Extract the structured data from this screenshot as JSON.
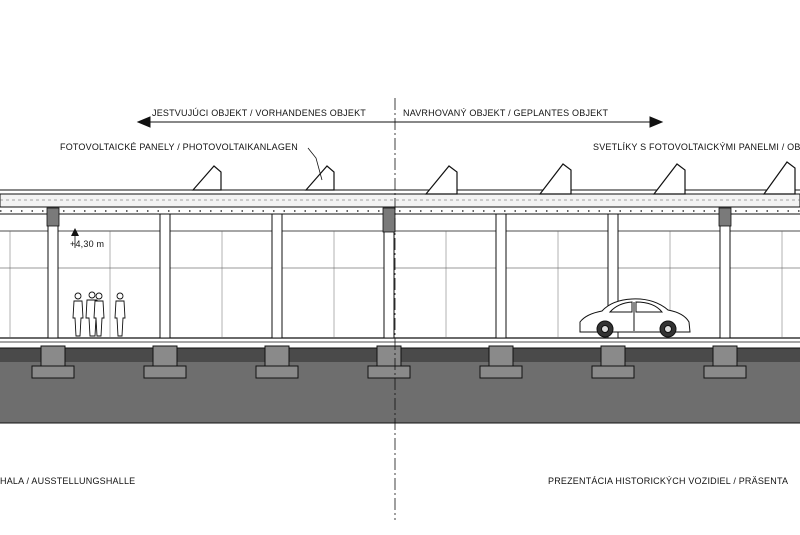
{
  "labels": {
    "existing_building": "JESTVUJÚCI OBJEKT / VORHANDENES OBJEKT",
    "proposed_building": "NAVRHOVANÝ OBJEKT / GEPLANTES OBJEKT",
    "photovoltaic_panels": "FOTOVOLTAICKÉ PANELY / PHOTOVOLTAIKANLAGEN",
    "skylights_pv": "SVETLÍKY S FOTOVOLTAICKÝMI PANELMI / OB",
    "height_mark": "+4,30 m",
    "exhibition_hall": "HALA / AUSSTELLUNGSHALLE",
    "historic_vehicles": "PREZENTÁCIA HISTORICKÝCH VOZIDIEL / PRÄSENTA"
  },
  "colors": {
    "ink": "#111111",
    "ground_dark": "#6e6e6e",
    "ground_band": "#4a4a4a",
    "column_block": "#7a7a7a"
  }
}
